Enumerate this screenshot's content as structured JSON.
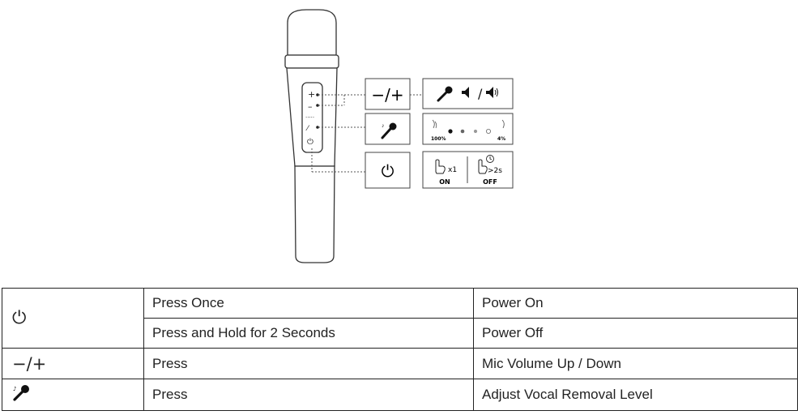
{
  "icons": {
    "power": "power-icon",
    "volume": "volume-minus-plus-icon",
    "vocal_removal": "vocal-removal-mic-icon"
  },
  "diagram": {
    "vol_sign": "−/+",
    "level_left": "100%",
    "level_right": "4%",
    "press_count": "x1",
    "hold_time": ">2s",
    "state_on": "ON",
    "state_off": "OFF"
  },
  "table": {
    "rows": [
      {
        "action": "Press Once",
        "result": "Power On"
      },
      {
        "action": "Press and Hold for 2 Seconds",
        "result": "Power Off"
      },
      {
        "icon_text": "−/+",
        "action": "Press",
        "result": "Mic Volume Up / Down"
      },
      {
        "action": "Press",
        "result": "Adjust Vocal Removal Level"
      }
    ]
  },
  "colors": {
    "line": "#333333",
    "dot_mid": "#999999"
  }
}
